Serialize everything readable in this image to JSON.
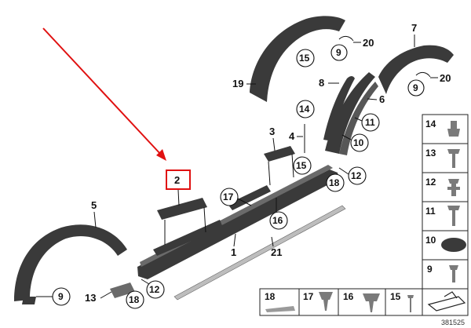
{
  "labels": {
    "p1": "1",
    "p2": "2",
    "p3": "3",
    "p4": "4",
    "p5": "5",
    "p6": "6",
    "p7": "7",
    "p8": "8",
    "p9": "9",
    "p10": "10",
    "p11": "11",
    "p12": "12",
    "p13": "13",
    "p14": "14",
    "p15": "15",
    "p16": "16",
    "p17": "17",
    "p18": "18",
    "p19": "19",
    "p20": "20",
    "p21": "21"
  },
  "legend_right": [
    "14",
    "13",
    "12",
    "11",
    "10",
    "9"
  ],
  "legend_bottom": [
    "18",
    "17",
    "16",
    "15"
  ],
  "reference": "381525",
  "colors": {
    "highlight": "#e01010",
    "arrow": "#e01010",
    "part": "#3a3a3a"
  }
}
